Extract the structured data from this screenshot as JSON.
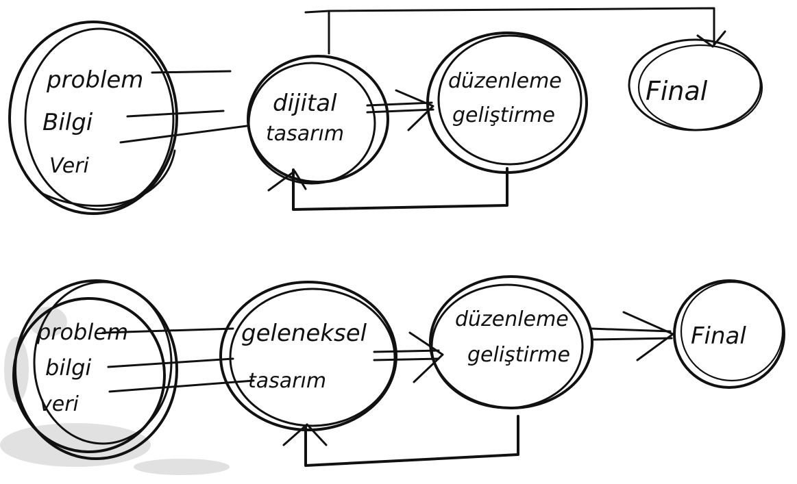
{
  "top_diagram": {
    "input_node": {
      "lines": [
        "problem",
        "Bilgi",
        "Veri"
      ]
    },
    "design_node": {
      "lines": [
        "dijital",
        "tasarım"
      ]
    },
    "review_node": {
      "lines": [
        "düzenleme",
        "geliştirme"
      ]
    },
    "final_node": {
      "label": "Final"
    }
  },
  "bottom_diagram": {
    "input_node": {
      "lines": [
        "problem",
        "bilgi",
        "veri"
      ]
    },
    "design_node": {
      "lines": [
        "geleneksel",
        "tasarım"
      ]
    },
    "review_node": {
      "lines": [
        "düzenleme",
        "geliştirme"
      ]
    },
    "final_node": {
      "label": "Final"
    }
  }
}
